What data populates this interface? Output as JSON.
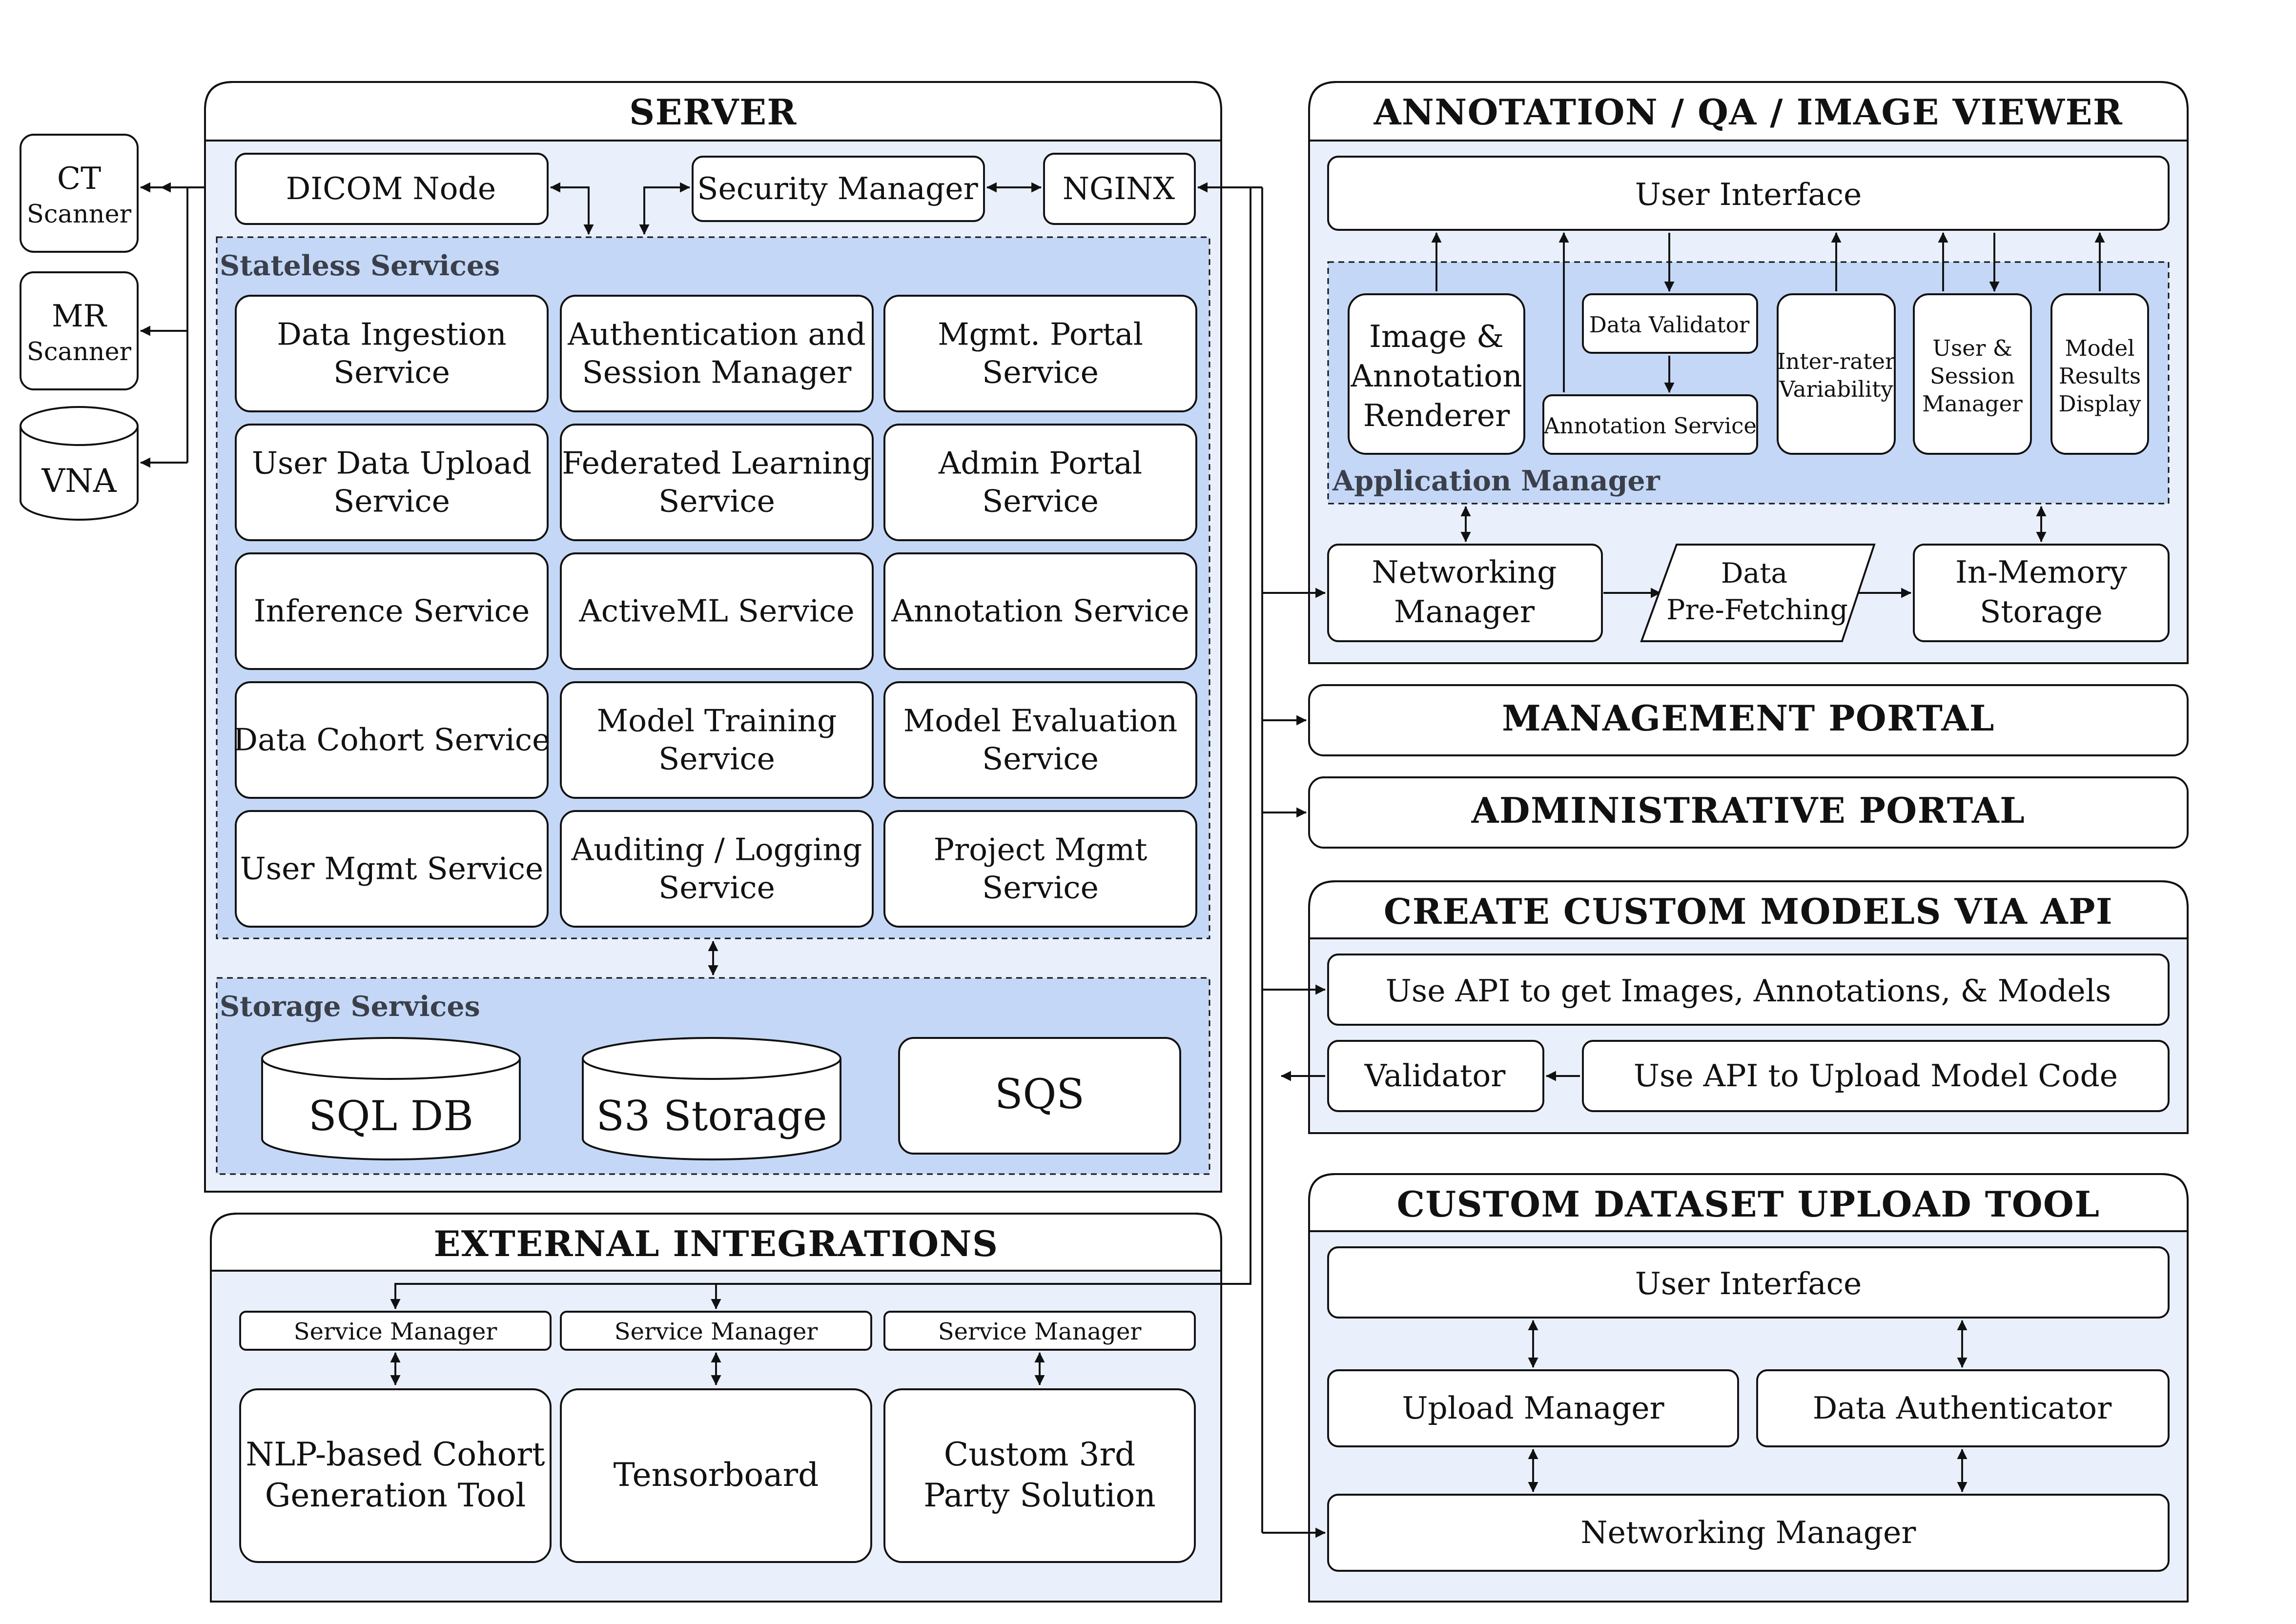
{
  "colors": {
    "panel_fill": "#e9f0fc",
    "region_fill": "#c4d7f6",
    "box_fill": "#ffffff",
    "stroke": "#111111"
  },
  "scanners": {
    "ct": [
      "CT",
      "Scanner"
    ],
    "mr": [
      "MR",
      "Scanner"
    ],
    "vna": "VNA"
  },
  "server": {
    "title": "SERVER",
    "dicom_node": "DICOM Node",
    "security_manager": "Security Manager",
    "nginx": "NGINX",
    "stateless_label": "Stateless Services",
    "services": [
      [
        "Data Ingestion",
        "Service"
      ],
      [
        "Authentication and",
        "Session Manager"
      ],
      [
        "Mgmt. Portal",
        "Service"
      ],
      [
        "User Data Upload",
        "Service"
      ],
      [
        "Federated Learning",
        "Service"
      ],
      [
        "Admin Portal",
        "Service"
      ],
      [
        "Inference Service"
      ],
      [
        "ActiveML Service"
      ],
      [
        "Annotation Service"
      ],
      [
        "Data Cohort Service"
      ],
      [
        "Model Training",
        "Service"
      ],
      [
        "Model Evaluation",
        "Service"
      ],
      [
        "User Mgmt Service"
      ],
      [
        "Auditing / Logging",
        "Service"
      ],
      [
        "Project Mgmt",
        "Service"
      ]
    ],
    "storage_label": "Storage Services",
    "sql_db": "SQL DB",
    "s3_storage": "S3 Storage",
    "sqs": "SQS"
  },
  "external": {
    "title": "EXTERNAL INTEGRATIONS",
    "service_manager": "Service Manager",
    "tools": [
      [
        "NLP-based Cohort",
        "Generation Tool"
      ],
      [
        "Tensorboard"
      ],
      [
        "Custom 3rd",
        "Party Solution"
      ]
    ]
  },
  "annotation": {
    "title": "ANNOTATION / QA / IMAGE VIEWER",
    "user_interface": "User Interface",
    "image_renderer": [
      "Image &",
      "Annotation",
      "Renderer"
    ],
    "data_validator": "Data Validator",
    "annotation_service": "Annotation Service",
    "inter_rater": [
      "Inter-rater",
      "Variability"
    ],
    "user_session": [
      "User &",
      "Session",
      "Manager"
    ],
    "model_results": [
      "Model",
      "Results",
      "Display"
    ],
    "app_manager_label": "Application Manager",
    "networking_manager": [
      "Networking",
      "Manager"
    ],
    "data_prefetching": [
      "Data",
      "Pre-Fetching"
    ],
    "in_memory_storage": [
      "In-Memory",
      "Storage"
    ]
  },
  "management_portal": {
    "title": "MANAGEMENT PORTAL"
  },
  "administrative_portal": {
    "title": "ADMINISTRATIVE PORTAL"
  },
  "custom_models": {
    "title": "CREATE CUSTOM MODELS VIA API",
    "get_api": "Use API to get Images, Annotations, & Models",
    "validator": "Validator",
    "upload_api": "Use API to Upload Model Code"
  },
  "dataset_upload": {
    "title": "CUSTOM DATASET UPLOAD TOOL",
    "user_interface": "User Interface",
    "upload_manager": "Upload Manager",
    "data_authenticator": "Data Authenticator",
    "networking_manager": "Networking Manager"
  }
}
